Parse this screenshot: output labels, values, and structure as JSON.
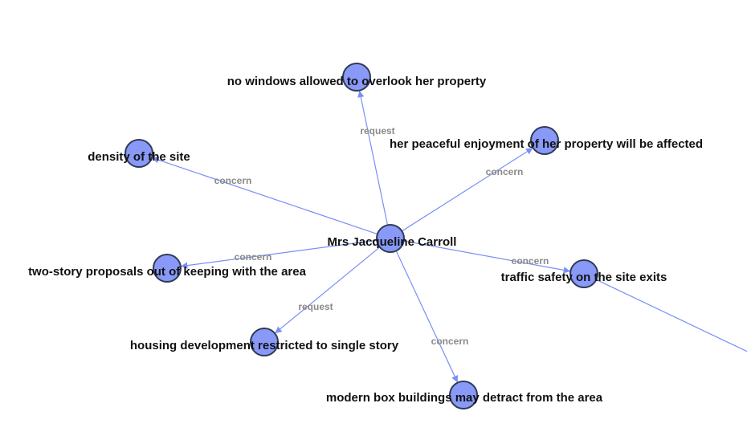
{
  "graph": {
    "colors": {
      "node_fill": "#8899f7",
      "node_stroke": "#2f3a55",
      "edge": "#7a8ff5",
      "edge_label": "#8a8a8a",
      "node_label": "#111111"
    },
    "nodes": [
      {
        "id": "center",
        "label": "Mrs Jacqueline Carroll"
      },
      {
        "id": "windows",
        "label": "no windows allowed to overlook her property"
      },
      {
        "id": "enjoyment",
        "label": "her peaceful enjoyment of her property will be affected"
      },
      {
        "id": "density",
        "label": "density of the site"
      },
      {
        "id": "two_story",
        "label": "two-story proposals out of keeping with the area"
      },
      {
        "id": "traffic",
        "label": "traffic safety on the site exits"
      },
      {
        "id": "single_story",
        "label": "housing development restricted to single story"
      },
      {
        "id": "box",
        "label": "modern box buildings may detract from the area"
      }
    ],
    "edges": [
      {
        "from": "center",
        "to": "windows",
        "label": "request"
      },
      {
        "from": "center",
        "to": "enjoyment",
        "label": "concern"
      },
      {
        "from": "center",
        "to": "density",
        "label": "concern"
      },
      {
        "from": "center",
        "to": "two_story",
        "label": "concern"
      },
      {
        "from": "center",
        "to": "traffic",
        "label": "concern"
      },
      {
        "from": "center",
        "to": "single_story",
        "label": "request"
      },
      {
        "from": "center",
        "to": "box",
        "label": "concern"
      },
      {
        "from": "traffic",
        "to": "offscreen",
        "label": ""
      }
    ]
  }
}
